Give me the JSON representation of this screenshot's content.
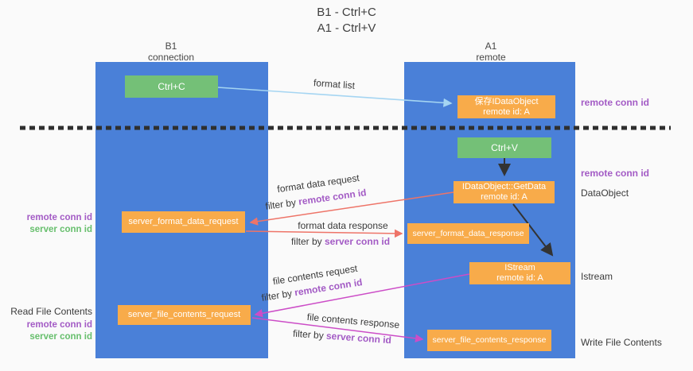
{
  "title": {
    "line1": "B1 - Ctrl+C",
    "line2": "A1 - Ctrl+V"
  },
  "lanes": {
    "left": {
      "name": "B1",
      "role": "connection"
    },
    "right": {
      "name": "A1",
      "role": "remote"
    }
  },
  "nodes": {
    "ctrl_c": "Ctrl+C",
    "ctrl_v": "Ctrl+V",
    "save_idataobject": {
      "line1": "保存IDataObject",
      "line2": "remote id: A"
    },
    "idataobject_getdata": {
      "line1": "IDataObject::GetData",
      "line2": "remote id: A"
    },
    "istream": {
      "line1": "IStream",
      "line2": "remote id: A"
    },
    "server_format_data_request": "server_format_data_request",
    "server_format_data_response": "server_format_data_response",
    "server_file_contents_request": "server_file_contents_request",
    "server_file_contents_response": "server_file_contents_response"
  },
  "arrow_labels": {
    "format_list": "format list",
    "format_data_request": "format data request",
    "format_data_request_filter": {
      "prefix": "filter by ",
      "highlight": "remote conn id"
    },
    "format_data_response": "format data response",
    "format_data_response_filter": {
      "prefix": "filter by ",
      "highlight": "server conn id"
    },
    "file_contents_request": "file contents request",
    "file_contents_request_filter": {
      "prefix": "filter by ",
      "highlight": "remote conn id"
    },
    "file_contents_response": "file contents response",
    "file_contents_response_filter": {
      "prefix": "filter by ",
      "highlight": "server conn id"
    }
  },
  "side_labels": {
    "right": {
      "remote_conn_id_top": "remote conn id",
      "remote_conn_id_mid": "remote conn id",
      "dataobject": "DataObject",
      "istream": "Istream",
      "write_file_contents": "Write File Contents"
    },
    "left": {
      "remote_conn_id_mid": "remote conn id",
      "server_conn_id_mid": "server conn id",
      "read_file_contents": "Read File Contents",
      "remote_conn_id_bottom": "remote conn id",
      "server_conn_id_bottom": "server conn id"
    }
  },
  "colors": {
    "lane_blue": "#4a80d8",
    "node_green": "#74c077",
    "node_orange": "#f8ab4a",
    "arrow_light_blue": "#a5d5f2",
    "arrow_red": "#ee7468",
    "arrow_magenta": "#cc4dc7",
    "arrow_black": "#333333",
    "label_purple": "#a35bc5",
    "label_green": "#67bf6d",
    "dashed_line": "#2f2f2f",
    "background": "#fafafa"
  }
}
